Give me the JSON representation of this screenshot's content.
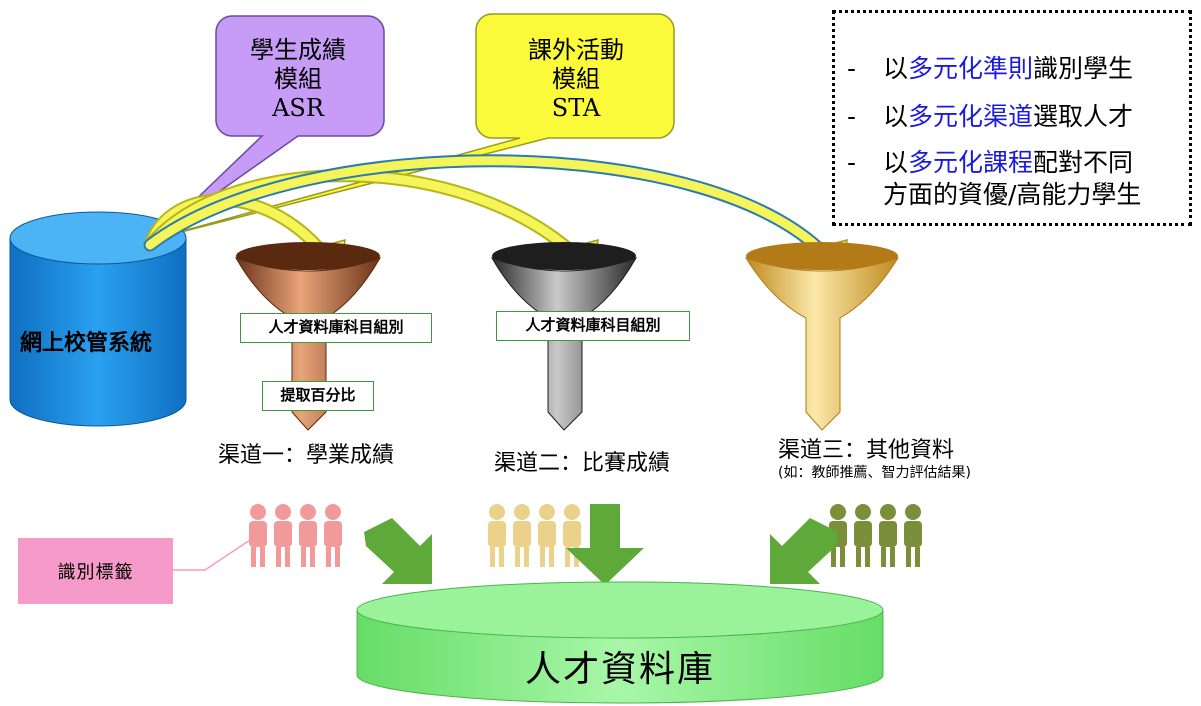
{
  "callouts": {
    "asr": {
      "line1": "學生成績",
      "line2": "模組",
      "line3": "ASR"
    },
    "sta": {
      "line1": "課外活動",
      "line2": "模組",
      "line3": "STA"
    }
  },
  "bullets": [
    {
      "dash": "-",
      "pre": "以",
      "highlight": "多元化準則",
      "post": "識別學生",
      "cont": ""
    },
    {
      "dash": "-",
      "pre": "以",
      "highlight": "多元化渠道",
      "post": "選取人才",
      "cont": ""
    },
    {
      "dash": "-",
      "pre": "以",
      "highlight": "多元化課程",
      "post": "配對不同",
      "cont": "方面的資優/高能力學生"
    }
  ],
  "source_db": {
    "label": "網上校管系統"
  },
  "tags": {
    "funnel1_subject": "人才資料庫科目組別",
    "funnel1_percent": "提取百分比",
    "funnel2_subject": "人才資料庫科目組別"
  },
  "channels": [
    {
      "label": "渠道一：學業成績",
      "note": ""
    },
    {
      "label": "渠道二：比賽成績",
      "note": ""
    },
    {
      "label": "渠道三：其他資料",
      "note": "(如：教師推薦、智力評估結果)"
    }
  ],
  "id_tag": {
    "label": "識別標籤"
  },
  "talent_db": {
    "label": "人才資料庫"
  },
  "colors": {
    "asr_bubble": "#c79cf6",
    "sta_bubble": "#fafa3a",
    "source_db": "#1f8ee0",
    "funnel1": "#b06a3c",
    "funnel2": "#6d6d6d",
    "funnel3": "#e2b24a",
    "people1": "#f29a9a",
    "people2": "#ecd18a",
    "people3": "#7b8f3a",
    "green_arrow": "#5fa83a",
    "talent_db": "#8df08d",
    "id_tag": "#f59ac9",
    "highlight": "#1a1adf"
  },
  "icons": [
    "funnel-icon",
    "people-group-icon",
    "down-arrow-icon",
    "cylinder-icon"
  ]
}
